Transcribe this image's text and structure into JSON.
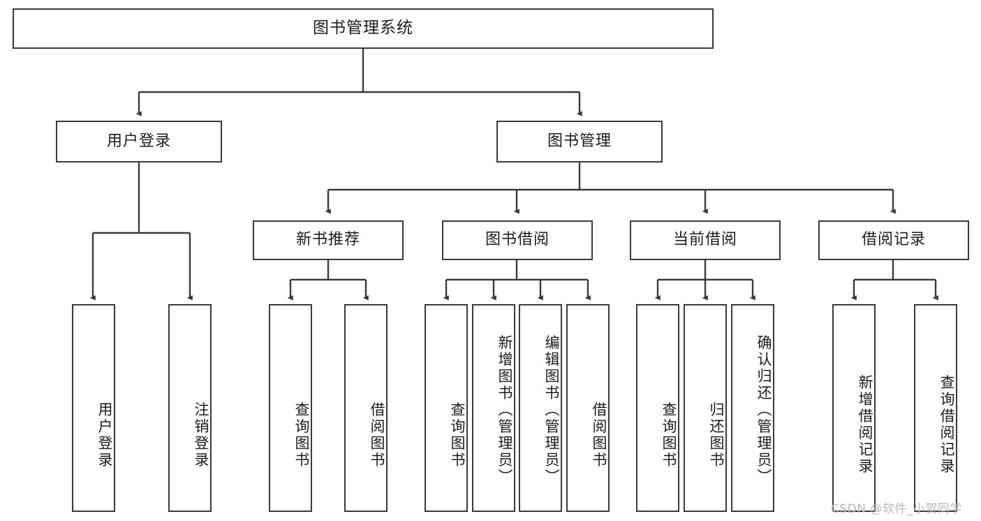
{
  "diagram": {
    "title": "图书管理系统",
    "type": "tree-hierarchy",
    "watermark": "CSDN @软件_小贺同学",
    "colors": {
      "box_border": "#3a3a3a",
      "box_fill": "#ffffff",
      "edge": "#3a3a3a",
      "text": "#1b1b1b",
      "watermark": "#b9b9b9"
    },
    "nodes": {
      "root": {
        "label": "图书管理系统"
      },
      "level2": [
        {
          "label": "用户登录"
        },
        {
          "label": "图书管理"
        }
      ],
      "level3": [
        {
          "label": "新书推荐"
        },
        {
          "label": "图书借阅"
        },
        {
          "label": "当前借阅"
        },
        {
          "label": "借阅记录"
        }
      ],
      "leaves_user_login": [
        {
          "label": "用户登录"
        },
        {
          "label": "注销登录"
        }
      ],
      "leaves_new_book": [
        {
          "label": "查询图书"
        },
        {
          "label": "借阅图书"
        }
      ],
      "leaves_borrow": [
        {
          "label": "查询图书"
        },
        {
          "label": "新增图书（管理员）"
        },
        {
          "label": "编辑图书（管理员）"
        },
        {
          "label": "借阅图书"
        }
      ],
      "leaves_current": [
        {
          "label": "查询图书"
        },
        {
          "label": "归还图书"
        },
        {
          "label": "确认归还（管理员）"
        }
      ],
      "leaves_record": [
        {
          "label": "新增借阅记录"
        },
        {
          "label": "查询借阅记录"
        }
      ]
    }
  }
}
